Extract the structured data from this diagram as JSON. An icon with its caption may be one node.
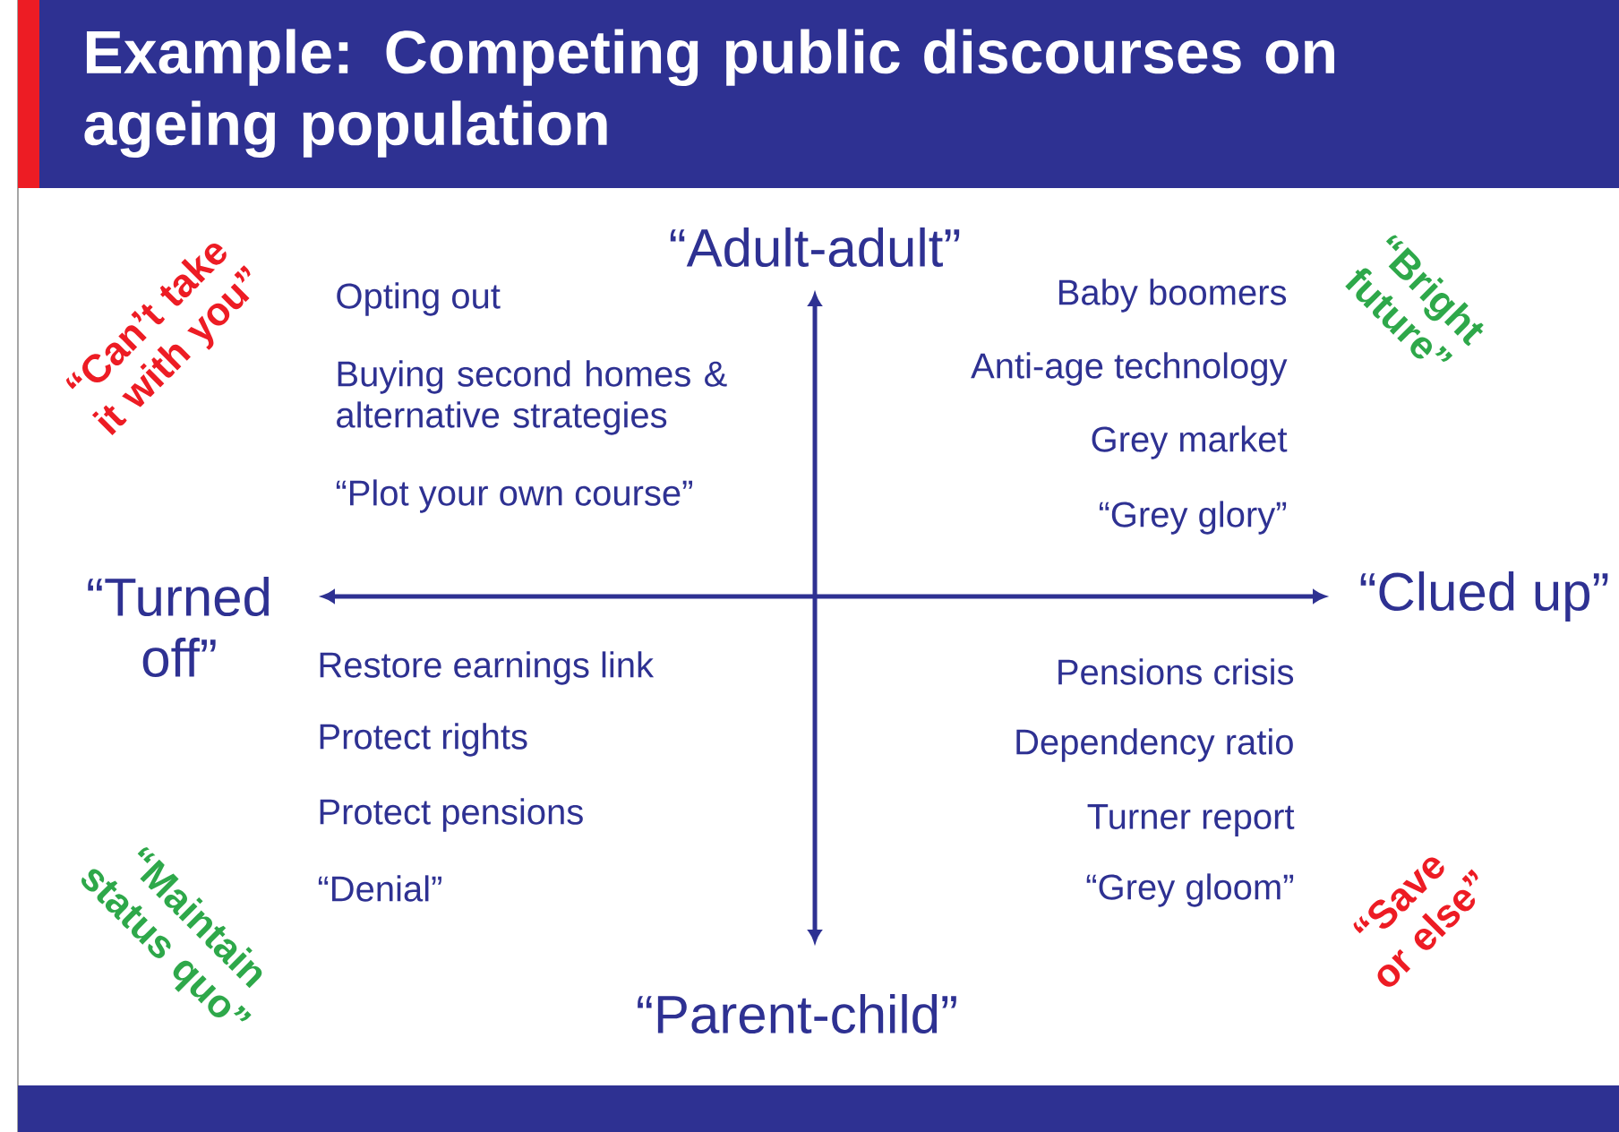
{
  "diagram": {
    "title": "Example: Competing public discourses on ageing population",
    "labels": [
      "“Can’t take it with you”",
      "“Adult-adult”",
      "“Bright future”",
      "Opting out",
      "Baby boomers",
      "Buying second homes & alternative strategies",
      "Anti-age technology",
      "Grey market",
      "“Plot your own course”",
      "“Grey glory”",
      "“Turned off”",
      "“Clued up”",
      "Restore earnings link",
      "Pensions crisis",
      "Protect rights",
      "Dependency ratio",
      "Protect pensions",
      "Turner report",
      "“Denial”",
      "“Grey gloom”",
      "“Maintain status quo”",
      "“Save or else”",
      "“Parent-child”"
    ]
  }
}
